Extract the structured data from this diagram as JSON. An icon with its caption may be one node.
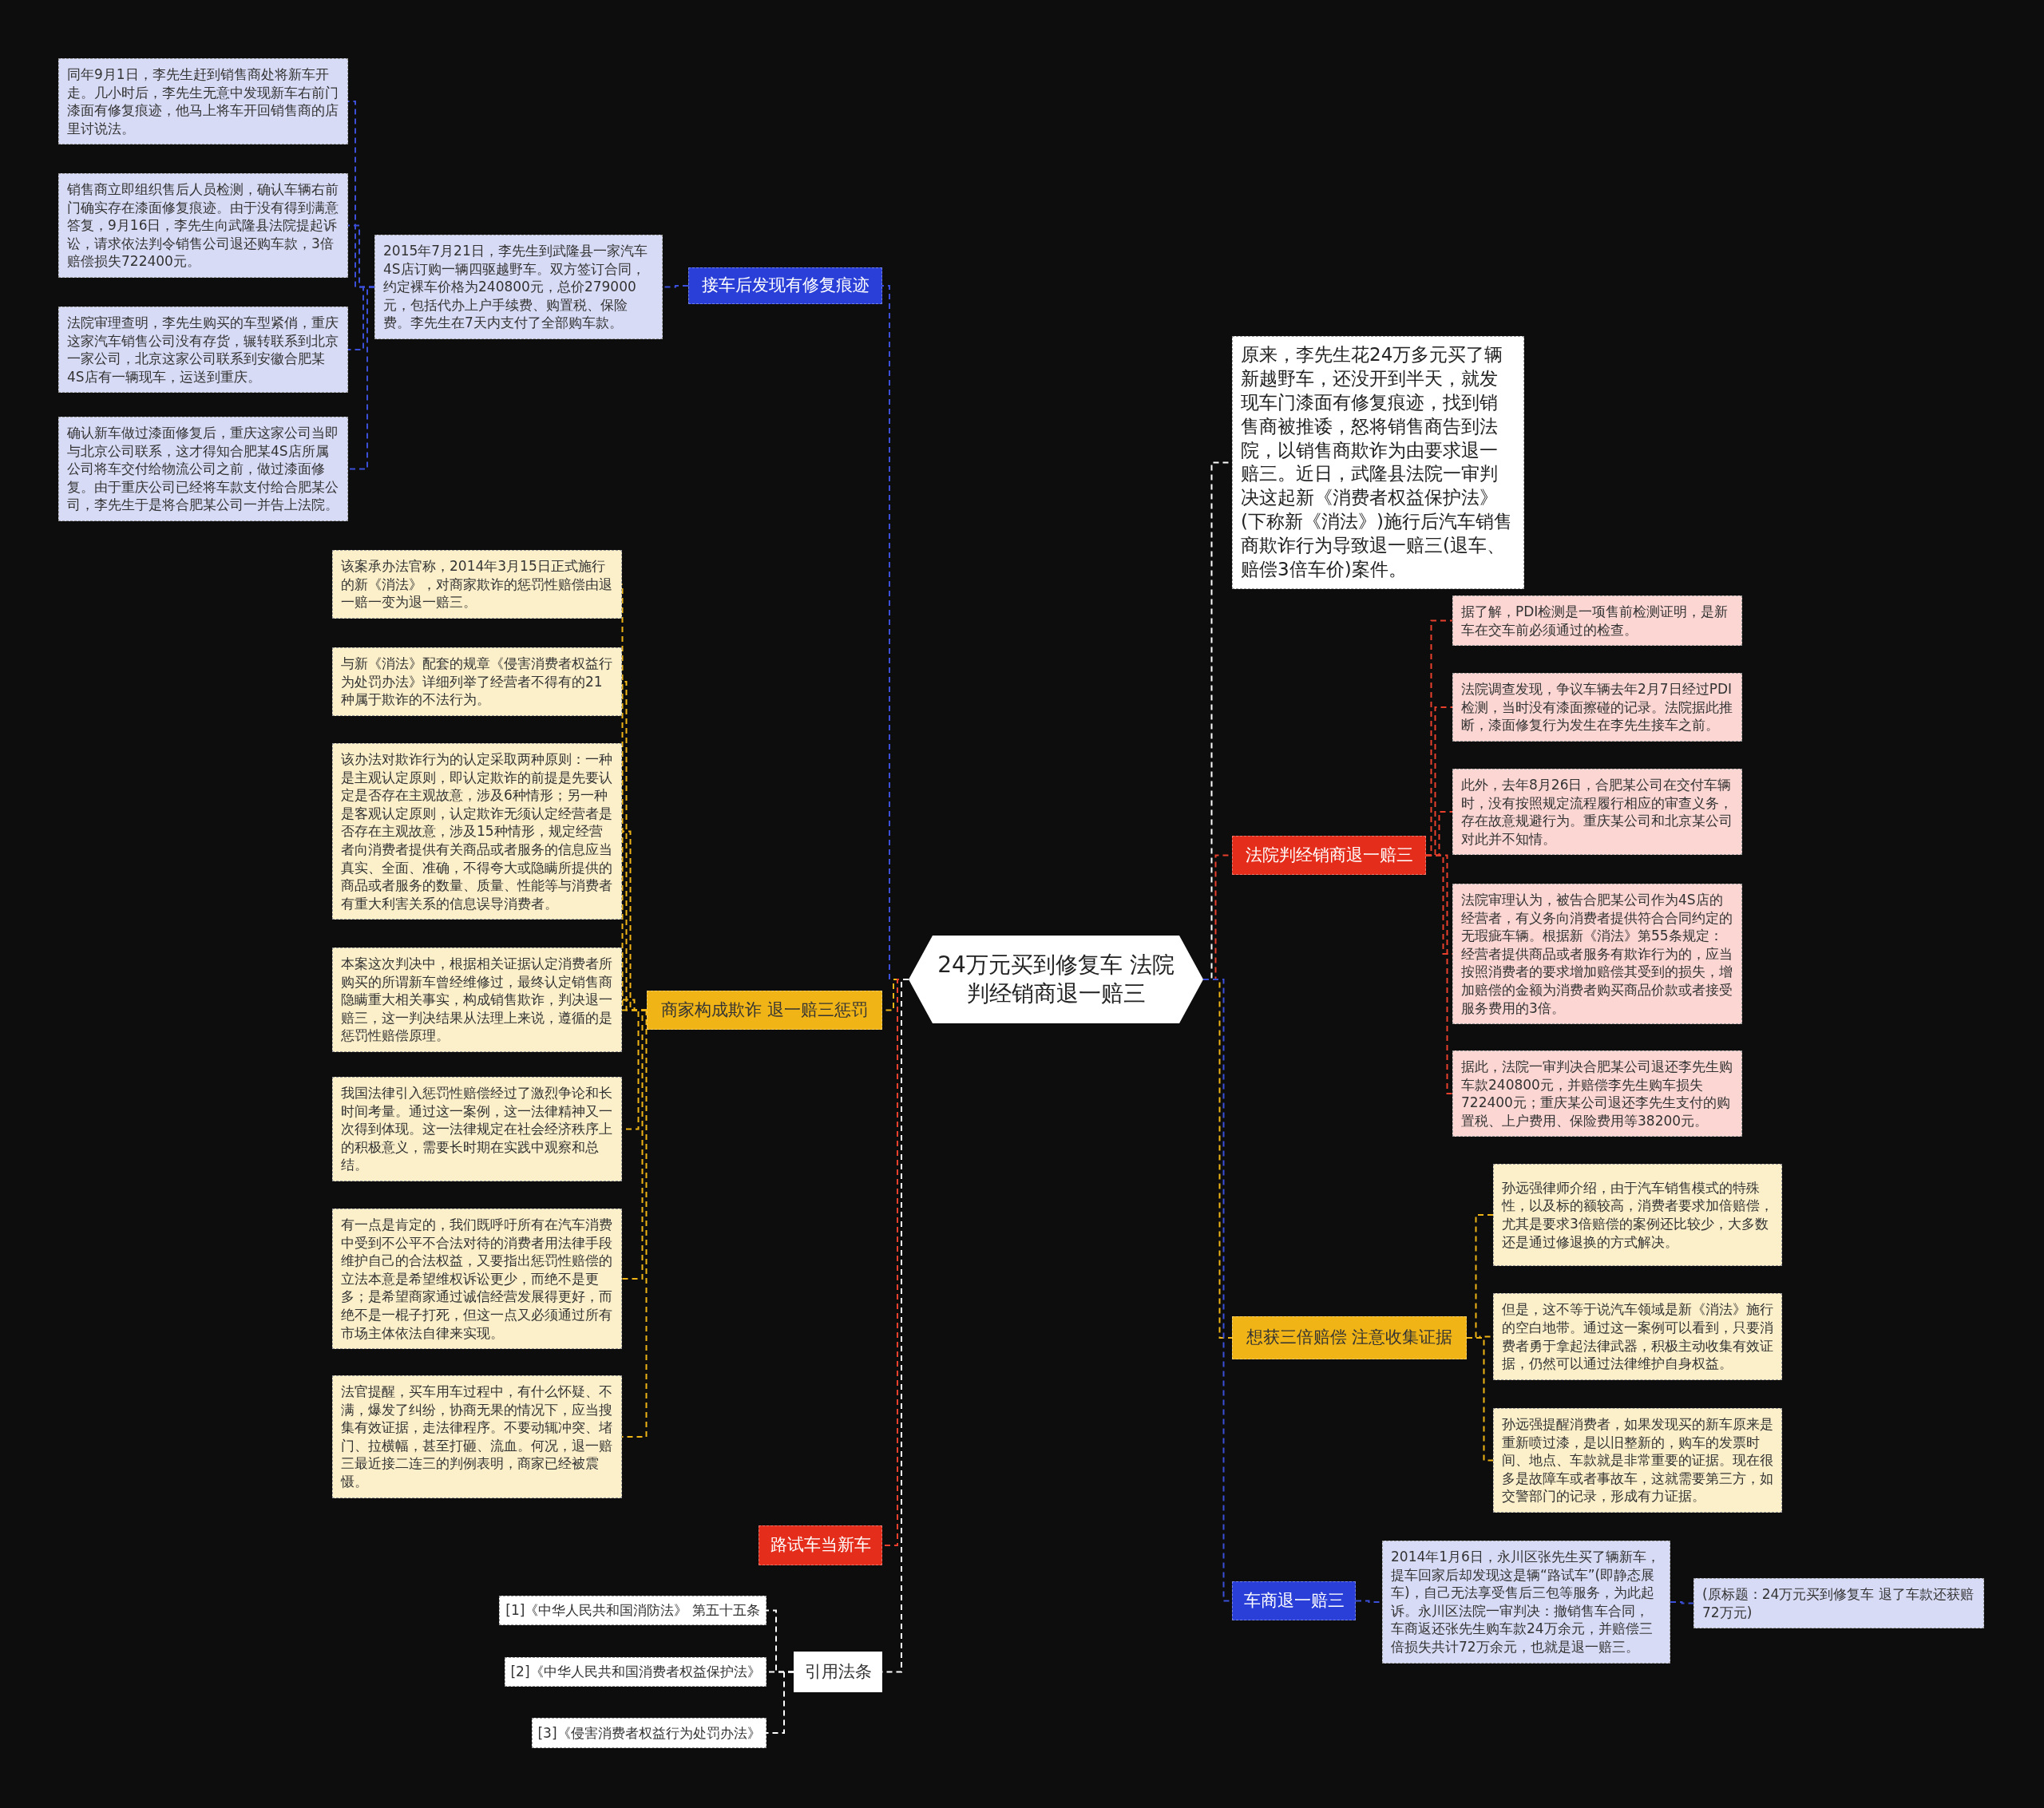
{
  "diagram": {
    "nodes": [
      {
        "text": [
          "24万元买到修复车 法院判经销商退一赔三"
        ]
      },
      {
        "text": [
          "接车后发现有修复痕迹"
        ]
      },
      {
        "text": [
          "2015年7月21日，李先生到武隆县一家汽车4S店订购一辆四驱越野车。双方签订合同，约定裸车价格为240800元，总价279000元，包括代办上户手续费、购置税、保险费。李先生在7天内支付了全部购车款。"
        ]
      },
      {
        "text": [
          "同年9月1日，李先生赶到销售商处将新车开走。几小时后，李先生无意中发现新车右前门漆面有修复痕迹，他马上将车开回销售商的店里讨说法。"
        ]
      },
      {
        "text": [
          "销售商立即组织售后人员检测，确认车辆右前门确实存在漆面修复痕迹。由于没有得到满意答复，9月16日，李先生向武隆县法院提起诉讼，请求依法判令销售公司退还购车款，3倍赔偿损失722400元。"
        ]
      },
      {
        "text": [
          "法院审理查明，李先生购买的车型紧俏，重庆这家汽车销售公司没有存货，辗转联系到北京一家公司，北京这家公司联系到安徽合肥某4S店有一辆现车，运送到重庆。"
        ]
      },
      {
        "text": [
          "确认新车做过漆面修复后，重庆这家公司当即与北京公司联系，这才得知合肥某4S店所属公司将车交付给物流公司之前，做过漆面修复。由于重庆公司已经将车款支付给合肥某公司，李先生于是将合肥某公司一并告上法院。"
        ]
      },
      {
        "text": [
          "商家构成欺诈 退一赔三惩罚"
        ]
      },
      {
        "text": [
          "该案承办法官称，2014年3月15日正式施行的新《消法》，对商家欺诈的惩罚性赔偿由退一赔一变为退一赔三。"
        ]
      },
      {
        "text": [
          "与新《消法》配套的规章《侵害消费者权益行为处罚办法》详细列举了经营者不得有的21种属于欺诈的不法行为。"
        ]
      },
      {
        "text": [
          "该办法对欺诈行为的认定采取两种原则：一种是主观认定原则，即认定欺诈的前提是先要认定是否存在主观故意，涉及6种情形；另一种是客观认定原则，认定欺诈无须认定经营者是否存在主观故意，涉及15种情形，规定经营者向消费者提供有关商品或者服务的信息应当真实、全面、准确，不得夸大或隐瞒所提供的商品或者服务的数量、质量、性能等与消费者有重大利害关系的信息误导消费者。"
        ]
      },
      {
        "text": [
          "本案这次判决中，根据相关证据认定消费者所购买的所谓新车曾经维修过，最终认定销售商隐瞒重大相关事实，构成销售欺诈，判决退一赔三，这一判决结果从法理上来说，遵循的是惩罚性赔偿原理。"
        ]
      },
      {
        "text": [
          "我国法律引入惩罚性赔偿经过了激烈争论和长时间考量。通过这一案例，这一法律精神又一次得到体现。这一法律规定在社会经济秩序上的积极意义，需要长时期在实践中观察和总结。"
        ]
      },
      {
        "text": [
          "有一点是肯定的，我们既呼吁所有在汽车消费中受到不公平不合法对待的消费者用法律手段维护自己的合法权益，又要指出惩罚性赔偿的立法本意是希望维权诉讼更少，而绝不是更多；是希望商家通过诚信经营发展得更好，而绝不是一棍子打死，但这一点又必须通过所有市场主体依法自律来实现。"
        ]
      },
      {
        "text": [
          "法官提醒，买车用车过程中，有什么怀疑、不满，爆发了纠纷，协商无果的情况下，应当搜集有效证据，走法律程序。不要动辄冲突、堵门、拉横幅，甚至打砸、流血。何况，退一赔三最近接二连三的判例表明，商家已经被震慑。"
        ]
      },
      {
        "text": [
          "路试车当新车"
        ]
      },
      {
        "text": [
          "引用法条"
        ]
      },
      {
        "text": [
          "[1]《中华人民共和国消防法》 第五十五条"
        ]
      },
      {
        "text": [
          "[2]《中华人民共和国消费者权益保护法》"
        ]
      },
      {
        "text": [
          "[3]《侵害消费者权益行为处罚办法》"
        ]
      },
      {
        "text": [
          "原来，李先生花24万多元买了辆新越野车，还没开到半天，就发现车门漆面有修复痕迹，找到销售商被推诿，怒将销售商告到法院，以销售商欺诈为由要求退一赔三。近日，武隆县法院一审判决这起新《消费者权益保护法》(下称新《消法》)施行后汽车销售商欺诈行为导致退一赔三(退车、赔偿3倍车价)案件。"
        ]
      },
      {
        "text": [
          "法院判经销商退一赔三"
        ]
      },
      {
        "text": [
          "据了解，PDI检测是一项售前检测证明，是新车在交车前必须通过的检查。"
        ]
      },
      {
        "text": [
          "法院调查发现，争议车辆去年2月7日经过PDI检测，当时没有漆面擦碰的记录。法院据此推断，漆面修复行为发生在李先生接车之前。"
        ]
      },
      {
        "text": [
          "此外，去年8月26日，合肥某公司在交付车辆时，没有按照规定流程履行相应的审查义务，存在故意规避行为。重庆某公司和北京某公司对此并不知情。"
        ]
      },
      {
        "text": [
          "法院审理认为，被告合肥某公司作为4S店的经营者，有义务向消费者提供符合合同约定的无瑕疵车辆。根据新《消法》第55条规定：经营者提供商品或者服务有欺诈行为的，应当按照消费者的要求增加赔偿其受到的损失，增加赔偿的金额为消费者购买商品价款或者接受服务费用的3倍。"
        ]
      },
      {
        "text": [
          "据此，法院一审判决合肥某公司退还李先生购车款240800元，并赔偿李先生购车损失722400元；重庆某公司退还李先生支付的购置税、上户费用、保险费用等38200元。"
        ]
      },
      {
        "text": [
          "想获三倍赔偿 注意收集证据"
        ]
      },
      {
        "text": [
          "孙远强律师介绍，由于汽车销售模式的特殊性，以及标的额较高，消费者要求加倍赔偿，尤其是要求3倍赔偿的案例还比较少，大多数还是通过修退换的方式解决。"
        ]
      },
      {
        "text": [
          "但是，这不等于说汽车领域是新《消法》施行的空白地带。通过这一案例可以看到，只要消费者勇于拿起法律武器，积极主动收集有效证据，仍然可以通过法律维护自身权益。"
        ]
      },
      {
        "text": [
          "孙远强提醒消费者，如果发现买的新车原来是重新喷过漆，是以旧整新的，购车的发票时间、地点、车款就是非常重要的证据。现在很多是故障车或者事故车，这就需要第三方，如交警部门的记录，形成有力证据。"
        ]
      },
      {
        "text": [
          "车商退一赔三"
        ]
      },
      {
        "text": [
          "2014年1月6日，永川区张先生买了辆新车，提车回家后却发现这是辆“路试车”(即静态展车)，自己无法享受售后三包等服务，为此起诉。永川区法院一审判决：撤销售车合同，车商返还张先生购车款24万余元，并赔偿三倍损失共计72万余元，也就是退一赔三。"
        ]
      },
      {
        "text": [
          "(原标题：24万元买到修复车 退了车款还获赔72万元)"
        ]
      }
    ],
    "edges": [
      {
        "from": 0,
        "to": 1,
        "arrow": "none",
        "style": "dashed",
        "color": "#3b4fd8"
      },
      {
        "from": 1,
        "to": 2,
        "arrow": "none",
        "style": "dashed",
        "color": "#3b4fd8"
      },
      {
        "from": 2,
        "to": 3,
        "arrow": "none",
        "style": "dashed",
        "color": "#3b4fd8"
      },
      {
        "from": 2,
        "to": 4,
        "arrow": "none",
        "style": "dashed",
        "color": "#3b4fd8"
      },
      {
        "from": 2,
        "to": 5,
        "arrow": "none",
        "style": "dashed",
        "color": "#3b4fd8"
      },
      {
        "from": 2,
        "to": 6,
        "arrow": "none",
        "style": "dashed",
        "color": "#3b4fd8"
      },
      {
        "from": 0,
        "to": 7,
        "arrow": "none",
        "style": "dashed",
        "color": "#f0b416"
      },
      {
        "from": 7,
        "to": 8,
        "arrow": "none",
        "style": "dashed",
        "color": "#f0b416"
      },
      {
        "from": 7,
        "to": 9,
        "arrow": "none",
        "style": "dashed",
        "color": "#f0b416"
      },
      {
        "from": 7,
        "to": 10,
        "arrow": "none",
        "style": "dashed",
        "color": "#f0b416"
      },
      {
        "from": 7,
        "to": 11,
        "arrow": "none",
        "style": "dashed",
        "color": "#f0b416"
      },
      {
        "from": 7,
        "to": 12,
        "arrow": "none",
        "style": "dashed",
        "color": "#f0b416"
      },
      {
        "from": 7,
        "to": 13,
        "arrow": "none",
        "style": "dashed",
        "color": "#f0b416"
      },
      {
        "from": 7,
        "to": 14,
        "arrow": "none",
        "style": "dashed",
        "color": "#f0b416"
      },
      {
        "from": 0,
        "to": 15,
        "arrow": "none",
        "style": "dashed",
        "color": "#e8402c"
      },
      {
        "from": 0,
        "to": 16,
        "arrow": "none",
        "style": "dashed",
        "color": "#ffffff"
      },
      {
        "from": 16,
        "to": 17,
        "arrow": "none",
        "style": "dashed",
        "color": "#ffffff"
      },
      {
        "from": 16,
        "to": 18,
        "arrow": "none",
        "style": "dashed",
        "color": "#ffffff"
      },
      {
        "from": 16,
        "to": 19,
        "arrow": "none",
        "style": "dashed",
        "color": "#ffffff"
      },
      {
        "from": 0,
        "to": 20,
        "arrow": "none",
        "style": "dashed",
        "color": "#ffffff"
      },
      {
        "from": 0,
        "to": 21,
        "arrow": "none",
        "style": "dashed",
        "color": "#e8402c"
      },
      {
        "from": 21,
        "to": 22,
        "arrow": "none",
        "style": "dashed",
        "color": "#e8402c"
      },
      {
        "from": 21,
        "to": 23,
        "arrow": "none",
        "style": "dashed",
        "color": "#e8402c"
      },
      {
        "from": 21,
        "to": 24,
        "arrow": "none",
        "style": "dashed",
        "color": "#e8402c"
      },
      {
        "from": 21,
        "to": 25,
        "arrow": "none",
        "style": "dashed",
        "color": "#e8402c"
      },
      {
        "from": 21,
        "to": 26,
        "arrow": "none",
        "style": "dashed",
        "color": "#e8402c"
      },
      {
        "from": 0,
        "to": 27,
        "arrow": "none",
        "style": "dashed",
        "color": "#f0b416"
      },
      {
        "from": 27,
        "to": 28,
        "arrow": "none",
        "style": "dashed",
        "color": "#f0b416"
      },
      {
        "from": 27,
        "to": 29,
        "arrow": "none",
        "style": "dashed",
        "color": "#f0b416"
      },
      {
        "from": 27,
        "to": 30,
        "arrow": "none",
        "style": "dashed",
        "color": "#f0b416"
      },
      {
        "from": 0,
        "to": 31,
        "arrow": "none",
        "style": "dashed",
        "color": "#3b4fd8"
      },
      {
        "from": 31,
        "to": 32,
        "arrow": "none",
        "style": "dashed",
        "color": "#3b4fd8"
      },
      {
        "from": 32,
        "to": 33,
        "arrow": "none",
        "style": "dashed",
        "color": "#3b4fd8"
      }
    ]
  }
}
